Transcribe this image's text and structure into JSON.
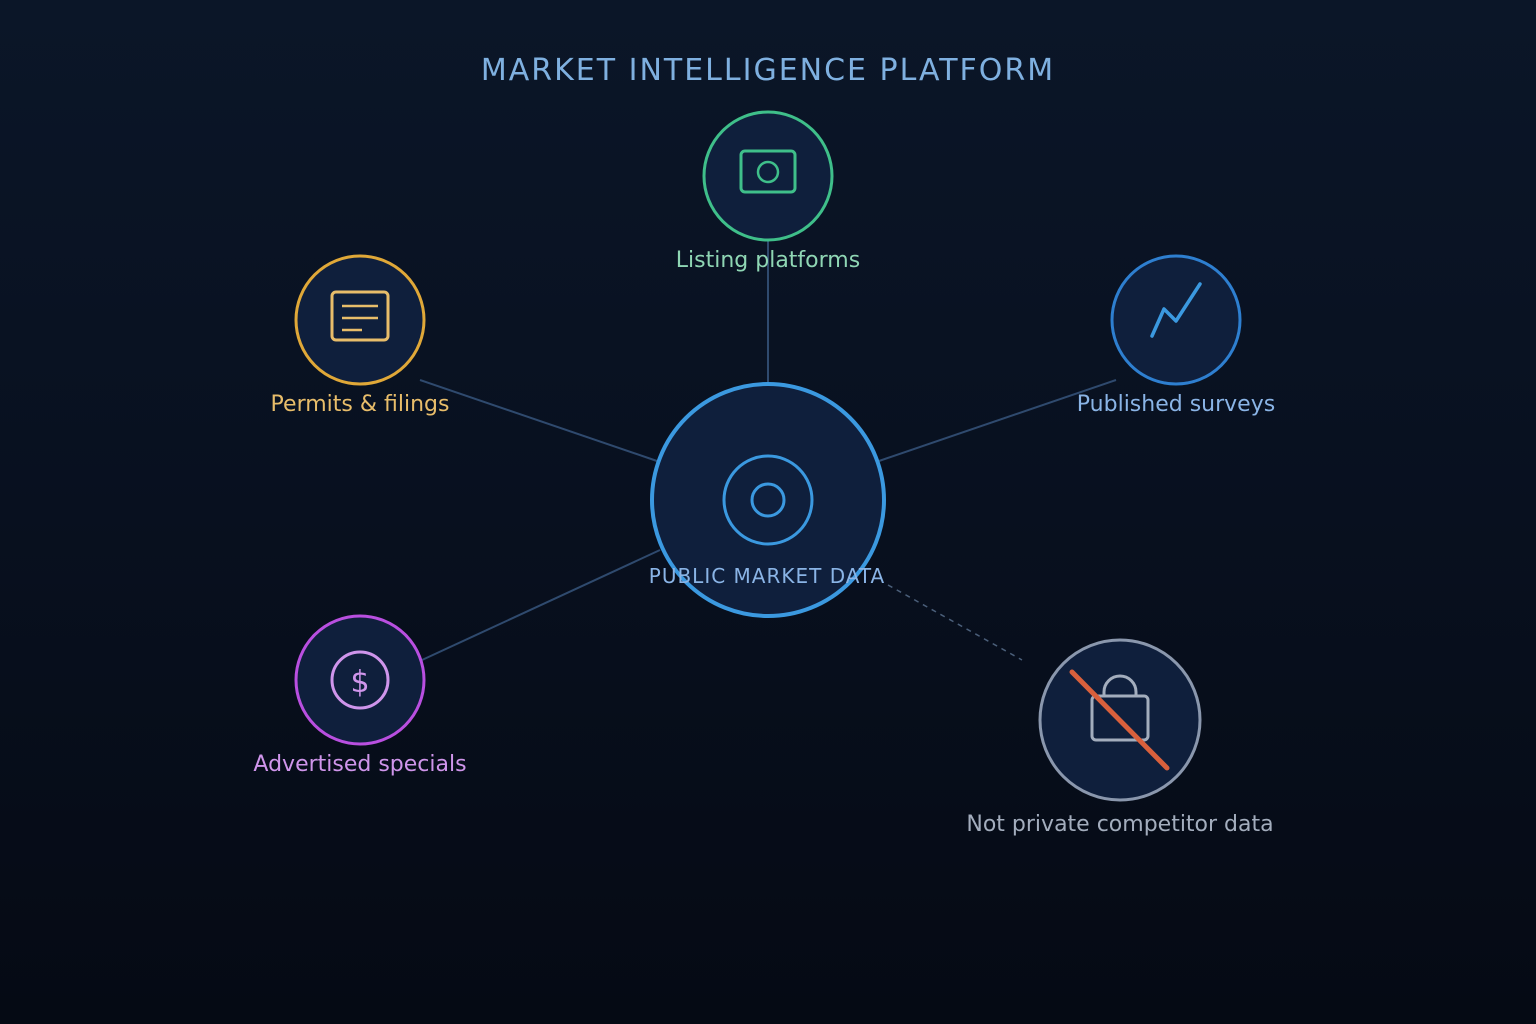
{
  "title": "MARKET INTELLIGENCE PLATFORM",
  "center": {
    "label": "PUBLIC MARKET DATA",
    "icon": "target-icon",
    "color": "#3b99e0"
  },
  "nodes": {
    "listing": {
      "label": "Listing platforms",
      "icon": "listing-card-icon",
      "color": "#3fbf8a",
      "label_color": "#8fd6b4"
    },
    "permits": {
      "label": "Permits & filings",
      "icon": "document-icon",
      "color": "#e0a838",
      "label_color": "#e8bd6a"
    },
    "surveys": {
      "label": "Published surveys",
      "icon": "trend-line-icon",
      "color": "#2e7fd0",
      "label_color": "#8ab4e6"
    },
    "specials": {
      "label": "Advertised specials",
      "icon": "dollar-icon",
      "color": "#b94fe0",
      "label_color": "#cf95eb"
    },
    "excluded": {
      "label": "Not private competitor data",
      "icon": "lock-crossed-icon",
      "color": "#8a97ad",
      "slash_color": "#d9603c",
      "label_color": "#a3adbd"
    }
  },
  "colors": {
    "title": "#7fb0e0",
    "connector": "#2f4a6e",
    "node_fill": "#0f1f3c"
  }
}
